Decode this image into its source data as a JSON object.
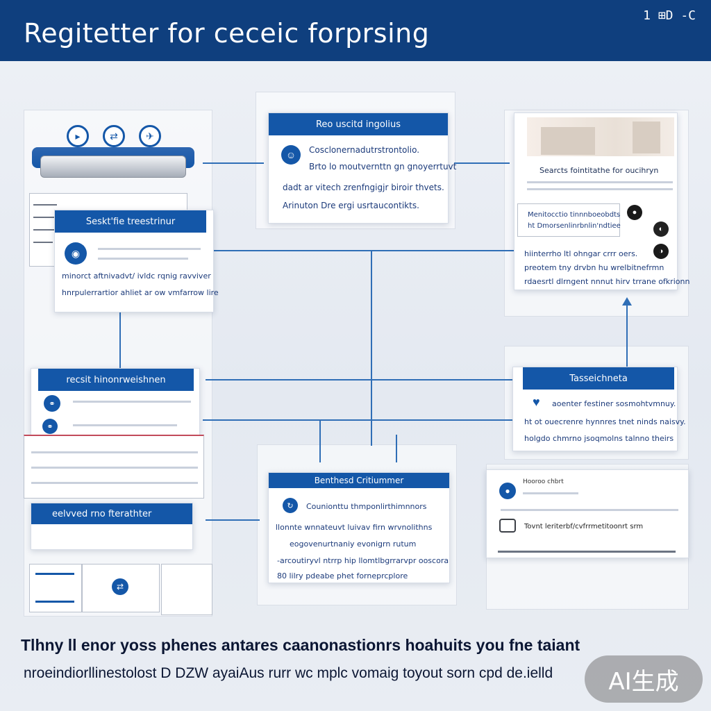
{
  "header": {
    "title": "Regitetter for ceceic forprsing",
    "logo_text": "1 ⊞D -C"
  },
  "colors": {
    "header_bg": "#0f3f7e",
    "accent": "#1457a8",
    "connector": "#2f6eb6"
  },
  "panels": {
    "top_center": {
      "heading": "Reo uscitd ingolius",
      "lines": [
        "Cosclonernadutrstrontolio.",
        "Brto lo moutvernttn gn gnoyerrtuvt",
        "dadt ar vitech zrenfngigjr biroir thvets.",
        "Arinuton Dre ergi usrtaucontikts."
      ]
    },
    "left_upper": {
      "heading": "Seskt'fie treestrinur",
      "lines": [
        "minorct aftnivadvt/ ivldc rqnig ravviver",
        "hnrpulerrartior ahliet ar ow vmfarrow lire"
      ]
    },
    "right_top": {
      "heading": "Searcts fointitathe for oucihryn",
      "sub_lines": [
        "Menitocctio tinnnboeobdts",
        "ht Dmorsenlinrbnlin'ndtiee"
      ],
      "lines": [
        "hiinterrho ltl ohngar crrr oers.",
        "preotem tny drvbn hu wrelbitnefrmn",
        "rdaesrtl dlrngent nnnut hirv trrane ofkrionn"
      ]
    },
    "left_middle": {
      "heading": "recsit hinonrweishnen"
    },
    "right_middle": {
      "heading": "Tasseichneta",
      "lines": [
        "aoenter festiner sosmohtvmnuy.",
        "ht ot ouecrenre hynnres tnet ninds naisvy.",
        "holgdo chmrno jsoqmolns talnno theirs"
      ]
    },
    "bottom_center": {
      "heading": "Benthesd Critiummer",
      "lines": [
        "Counionttu thmponlirthimnnors",
        "llonnte wnnateuvt luivav firn wrvnolithns",
        "eogovenurtnaniy evonigrn rutum",
        "-arcoutiryvl ntrrp hip llomtlbgrrarvpr ooscora",
        "80 lilry pdeabe phet forneprcplore"
      ]
    },
    "left_lower": {
      "heading": "eelvved rno fterathter"
    },
    "right_bottom": {
      "title": "Hooroo chbrt",
      "field_text": "Tovnt leriterbf/cvfrrmetitoonrt srm"
    }
  },
  "caption": {
    "line1": "Tlhny ll enor yoss phenes antares caanonastionrs hoahuits you fne taiant",
    "line2": "nroeindiorllinestolost D DZW ayaiAus rurr wc mplc vomaig toyout sorn cpd de.ielld"
  },
  "badge": {
    "label": "AI生成"
  }
}
